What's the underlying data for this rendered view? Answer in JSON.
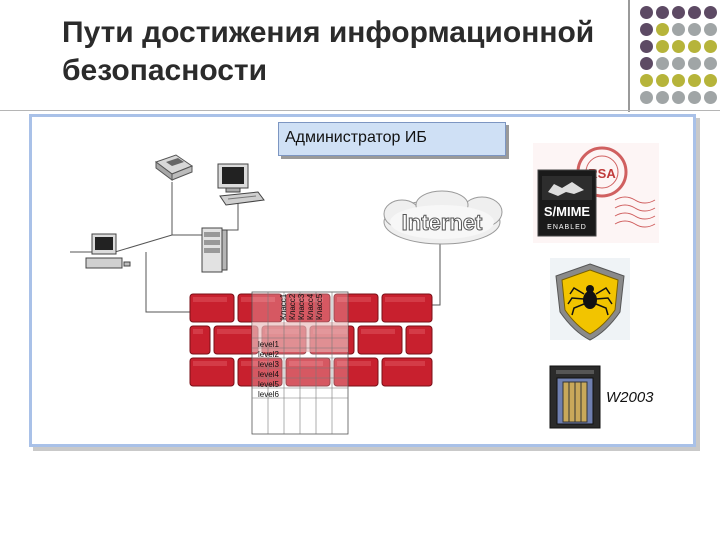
{
  "title_line1": "Пути достижения информационной",
  "title_line2": "безопасности",
  "admin_label": "Администратор ИБ",
  "internet_label": "Internet",
  "smime_label1": "S/MIME",
  "smime_label2": "ENABLED",
  "rsa_label": "RSA",
  "server_label": "W2003",
  "classes": [
    "Класс1",
    "Класс2",
    "Класс3",
    "Класс4",
    "Класс5"
  ],
  "levels": [
    "level1",
    "level2",
    "level3",
    "level4",
    "level5",
    "level6"
  ],
  "colors": {
    "brick": "#c8202e",
    "title": "#2b2b2b",
    "frame": "#a9c1e8",
    "admin_bg": "#cfe0f5",
    "dot_purple": "#5d4a64",
    "dot_olive": "#b6b43a",
    "dot_gray": "#a0a5a6"
  }
}
